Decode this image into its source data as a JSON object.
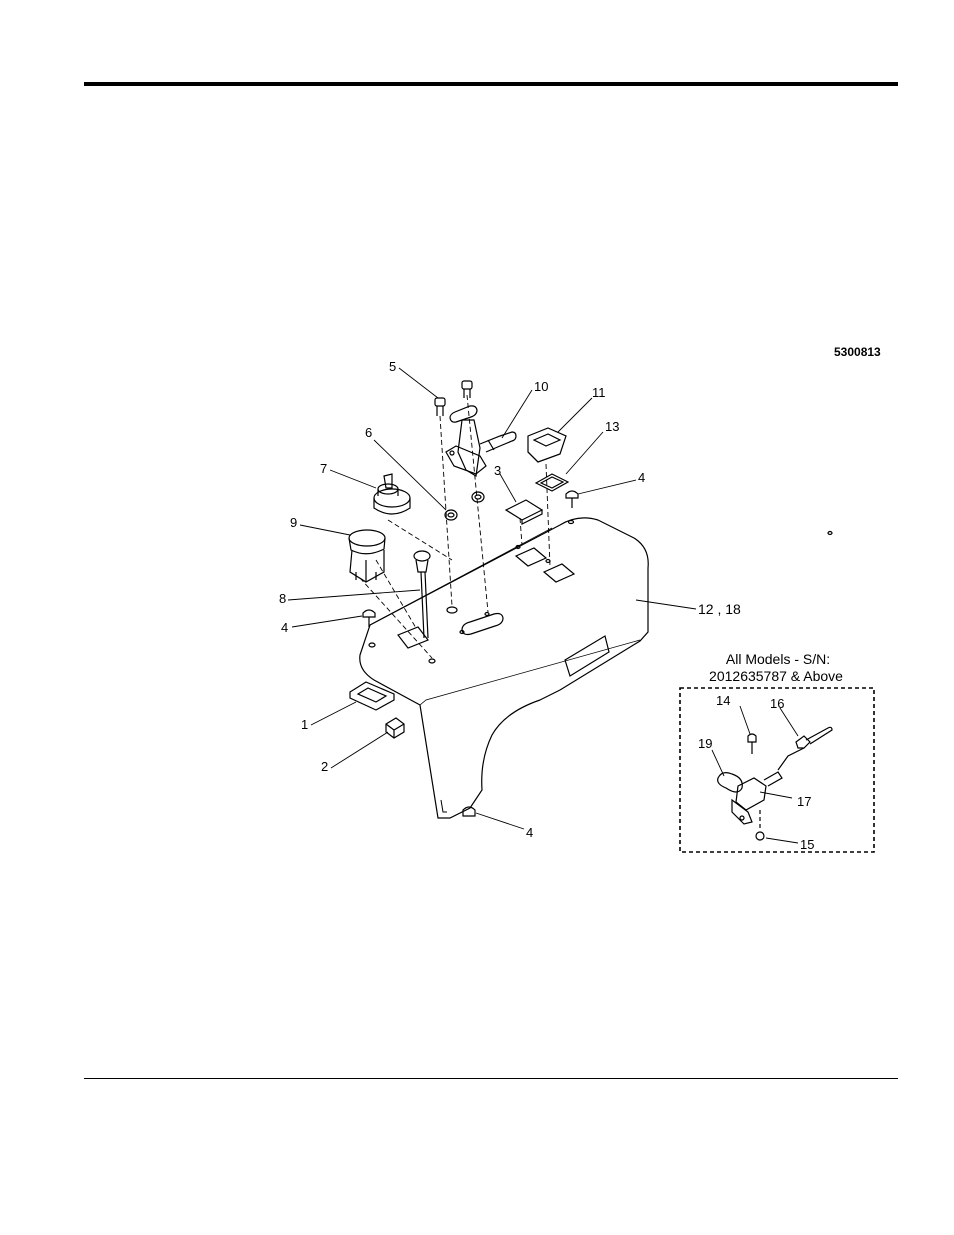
{
  "drawing_number": "5300813",
  "callouts": {
    "c1": "1",
    "c2": "2",
    "c3": "3",
    "c4a": "4",
    "c4b": "4",
    "c4c": "4",
    "c5": "5",
    "c6": "6",
    "c7": "7",
    "c8": "8",
    "c9": "9",
    "c10": "10",
    "c11": "11",
    "c12": "12 , 18",
    "c13": "13",
    "c14": "14",
    "c15": "15",
    "c16": "16",
    "c17": "17",
    "c19": "19"
  },
  "inset": {
    "line1": "All Models - S/N:",
    "line2": "2012635787 & Above"
  }
}
